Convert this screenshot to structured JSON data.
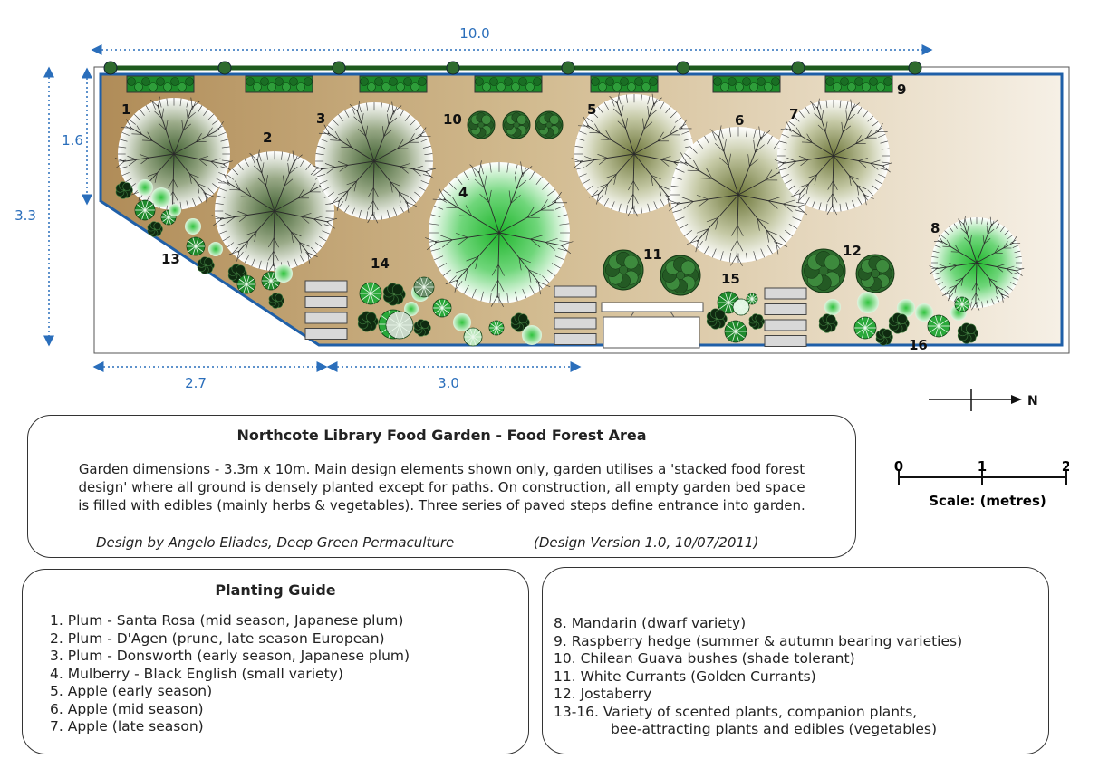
{
  "plan": {
    "dimensions": {
      "top": "10.0",
      "left_side": "1.6",
      "left_total": "3.3",
      "bottom_left": "2.7",
      "bottom_right": "3.0"
    },
    "labels": [
      "1",
      "2",
      "3",
      "4",
      "5",
      "6",
      "7",
      "8",
      "9",
      "10",
      "11",
      "12",
      "13",
      "14",
      "15",
      "16"
    ],
    "north": "N",
    "scale": {
      "ticks": [
        "0",
        "1",
        "2"
      ],
      "label": "Scale: (metres)"
    }
  },
  "description": {
    "title": "Northcote Library Food Garden - Food Forest Area",
    "lines": [
      "Garden dimensions - 3.3m x 10m. Main design elements shown only, garden utilises a 'stacked food forest",
      "design' where all ground is densely planted except for paths. On construction, all empty garden bed space",
      "is filled with edibles (mainly herbs & vegetables). Three series of paved steps define entrance into garden."
    ],
    "credit": "Design by Angelo Eliades, Deep Green Permaculture",
    "version": "(Design Version 1.0, 10/07/2011)"
  },
  "guide": {
    "title": "Planting Guide",
    "left_items": [
      "1. Plum - Santa Rosa (mid season, Japanese plum)",
      "2. Plum - D'Agen (prune, late season European)",
      "3. Plum - Donsworth (early season, Japanese plum)",
      "4. Mulberry - Black English (small variety)",
      "5. Apple (early season)",
      "6. Apple  (mid season)",
      "7. Apple (late season)"
    ],
    "right_items": [
      "8. Mandarin (dwarf variety)",
      "9. Raspberry hedge (summer & autumn bearing varieties)",
      "10. Chilean Guava bushes (shade tolerant)",
      "11. White Currants (Golden Currants)",
      "12. Jostaberry",
      "13-16. Variety of scented plants, companion plants,",
      "bee-attracting plants and edibles (vegetables)"
    ]
  },
  "colors": {
    "dimension": "#2a6ebb",
    "fence": "#1e5a1e",
    "border": "#1f5fa8",
    "tree_dark": "#4a6a3a",
    "tree_bright": "#22b830",
    "shrub": "#2d6b2d"
  }
}
